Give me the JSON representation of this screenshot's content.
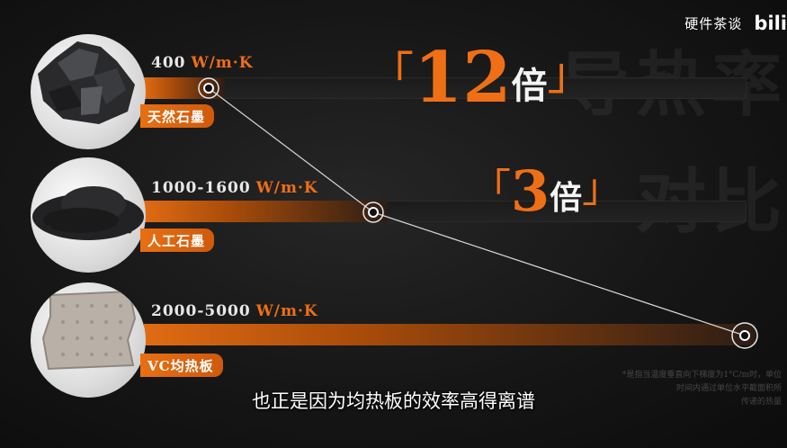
{
  "watermark": {
    "line1": "导热率",
    "line2": "对比"
  },
  "brand": {
    "name": "硬件茶谈",
    "logo": "bili"
  },
  "rows": [
    {
      "value": "400",
      "unit": "W/m·K",
      "label": "天然石墨",
      "icon": "natural-graphite-rock"
    },
    {
      "value": "1000-1600",
      "unit": "W/m·K",
      "label": "人工石墨",
      "icon": "synthetic-graphite-powder"
    },
    {
      "value": "2000-5000",
      "unit": "W/m·K",
      "label": "VC均热板",
      "icon": "vapor-chamber-plate"
    }
  ],
  "ratios": [
    {
      "open": "「",
      "number": "12",
      "suffix": "倍",
      "close": "」"
    },
    {
      "open": "「",
      "number": "3",
      "suffix": "倍",
      "close": "」"
    }
  ],
  "footnote": {
    "line1": "*是指当温度垂直向下梯度为1°C/m时，单位",
    "line2": "时间内通过单位水平截面积所",
    "line3": "传递的热量"
  },
  "subtitle": "也正是因为均热板的效率高得离谱",
  "colors": {
    "accent": "#ef6f16",
    "background": "#161616",
    "text": "#ffffff"
  }
}
